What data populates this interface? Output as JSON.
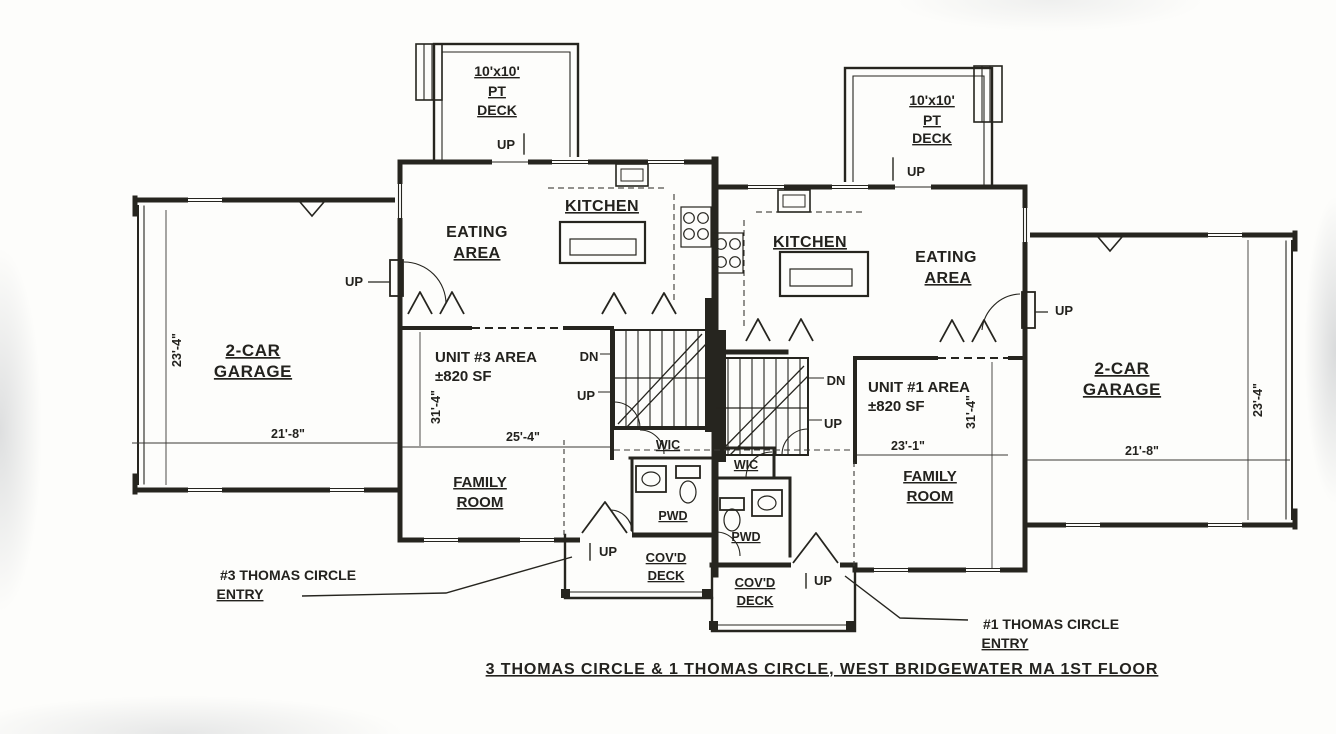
{
  "title": "3 THOMAS CIRCLE & 1 THOMAS CIRCLE, WEST BRIDGEWATER MA    1ST FLOOR",
  "unit3": {
    "deck_size": "10'x10'",
    "deck_pt": "PT",
    "deck_label": "DECK",
    "deck_up": "UP",
    "eating1": "EATING",
    "eating2": "AREA",
    "kitchen": "KITCHEN",
    "garage1": "2-CAR",
    "garage2": "GARAGE",
    "garage_up": "UP",
    "garage_width": "21'-8\"",
    "garage_depth": "23'-4\"",
    "area1": "UNIT #3 AREA",
    "area2": "±820 SF",
    "width": "25'-4\"",
    "depth": "31'-4\"",
    "dn": "DN",
    "up": "UP",
    "wic": "WIC",
    "pwd": "PWD",
    "family1": "FAMILY",
    "family2": "ROOM",
    "covd1": "COV'D",
    "covd2": "DECK",
    "covd_up": "UP",
    "entry1": "#3 THOMAS CIRCLE",
    "entry2": "ENTRY"
  },
  "unit1": {
    "deck_size": "10'x10'",
    "deck_pt": "PT",
    "deck_label": "DECK",
    "deck_up": "UP",
    "eating1": "EATING",
    "eating2": "AREA",
    "kitchen": "KITCHEN",
    "garage1": "2-CAR",
    "garage2": "GARAGE",
    "garage_up": "UP",
    "garage_width": "21'-8\"",
    "garage_depth": "23'-4\"",
    "area1": "UNIT #1 AREA",
    "area2": "±820 SF",
    "width": "23'-1\"",
    "depth": "31'-4\"",
    "dn": "DN",
    "up": "UP",
    "wic": "WIC",
    "pwd": "PWD",
    "family1": "FAMILY",
    "family2": "ROOM",
    "covd1": "COV'D",
    "covd2": "DECK",
    "covd_up": "UP",
    "entry1": "#1 THOMAS CIRCLE",
    "entry2": "ENTRY"
  }
}
